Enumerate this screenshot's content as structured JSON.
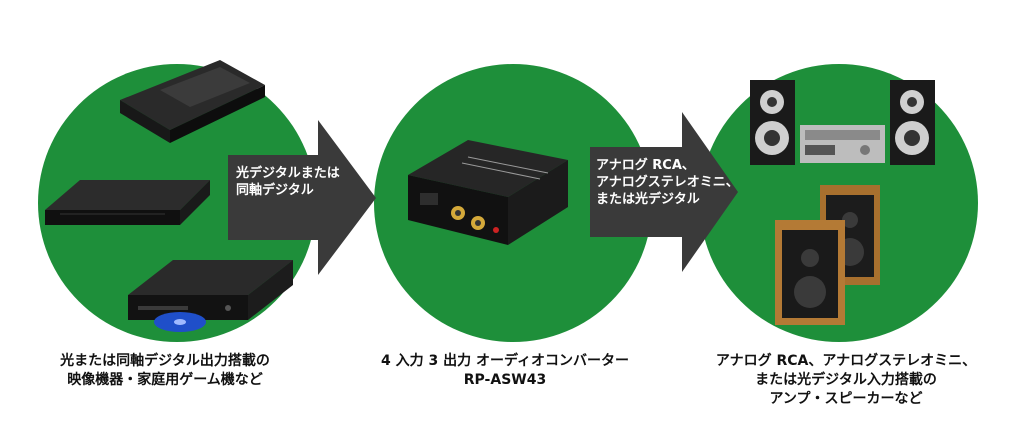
{
  "arrow1": {
    "lines": [
      "光デジタルまたは",
      "同軸デジタル"
    ],
    "color": "#3a3a3a"
  },
  "arrow2": {
    "lines": [
      "アナログ RCA、",
      "アナログステレオミニ、",
      "または光デジタル"
    ],
    "color": "#3a3a3a"
  },
  "captions": {
    "left": [
      "光または同軸デジタル出力搭載の",
      "映像機器・家庭用ゲーム機など"
    ],
    "center": [
      "4 入力 3 出力 オーディオコンバーター",
      "RP-ASW43"
    ],
    "right": [
      "アナログ RCA、アナログステレオミニ、",
      "または光デジタル入力搭載の",
      "アンプ・スピーカーなど"
    ]
  },
  "colors": {
    "circle": "#1e8f3a",
    "arrow": "#3a3a3a",
    "background": "#ffffff"
  },
  "devices": {
    "left": [
      "game-console-slim",
      "game-console",
      "blu-ray-player"
    ],
    "center": [
      "audio-converter"
    ],
    "right": [
      "bookshelf-speaker-left",
      "stereo-amplifier",
      "bookshelf-speaker-right",
      "wooden-speaker-back",
      "wooden-speaker-front"
    ]
  }
}
